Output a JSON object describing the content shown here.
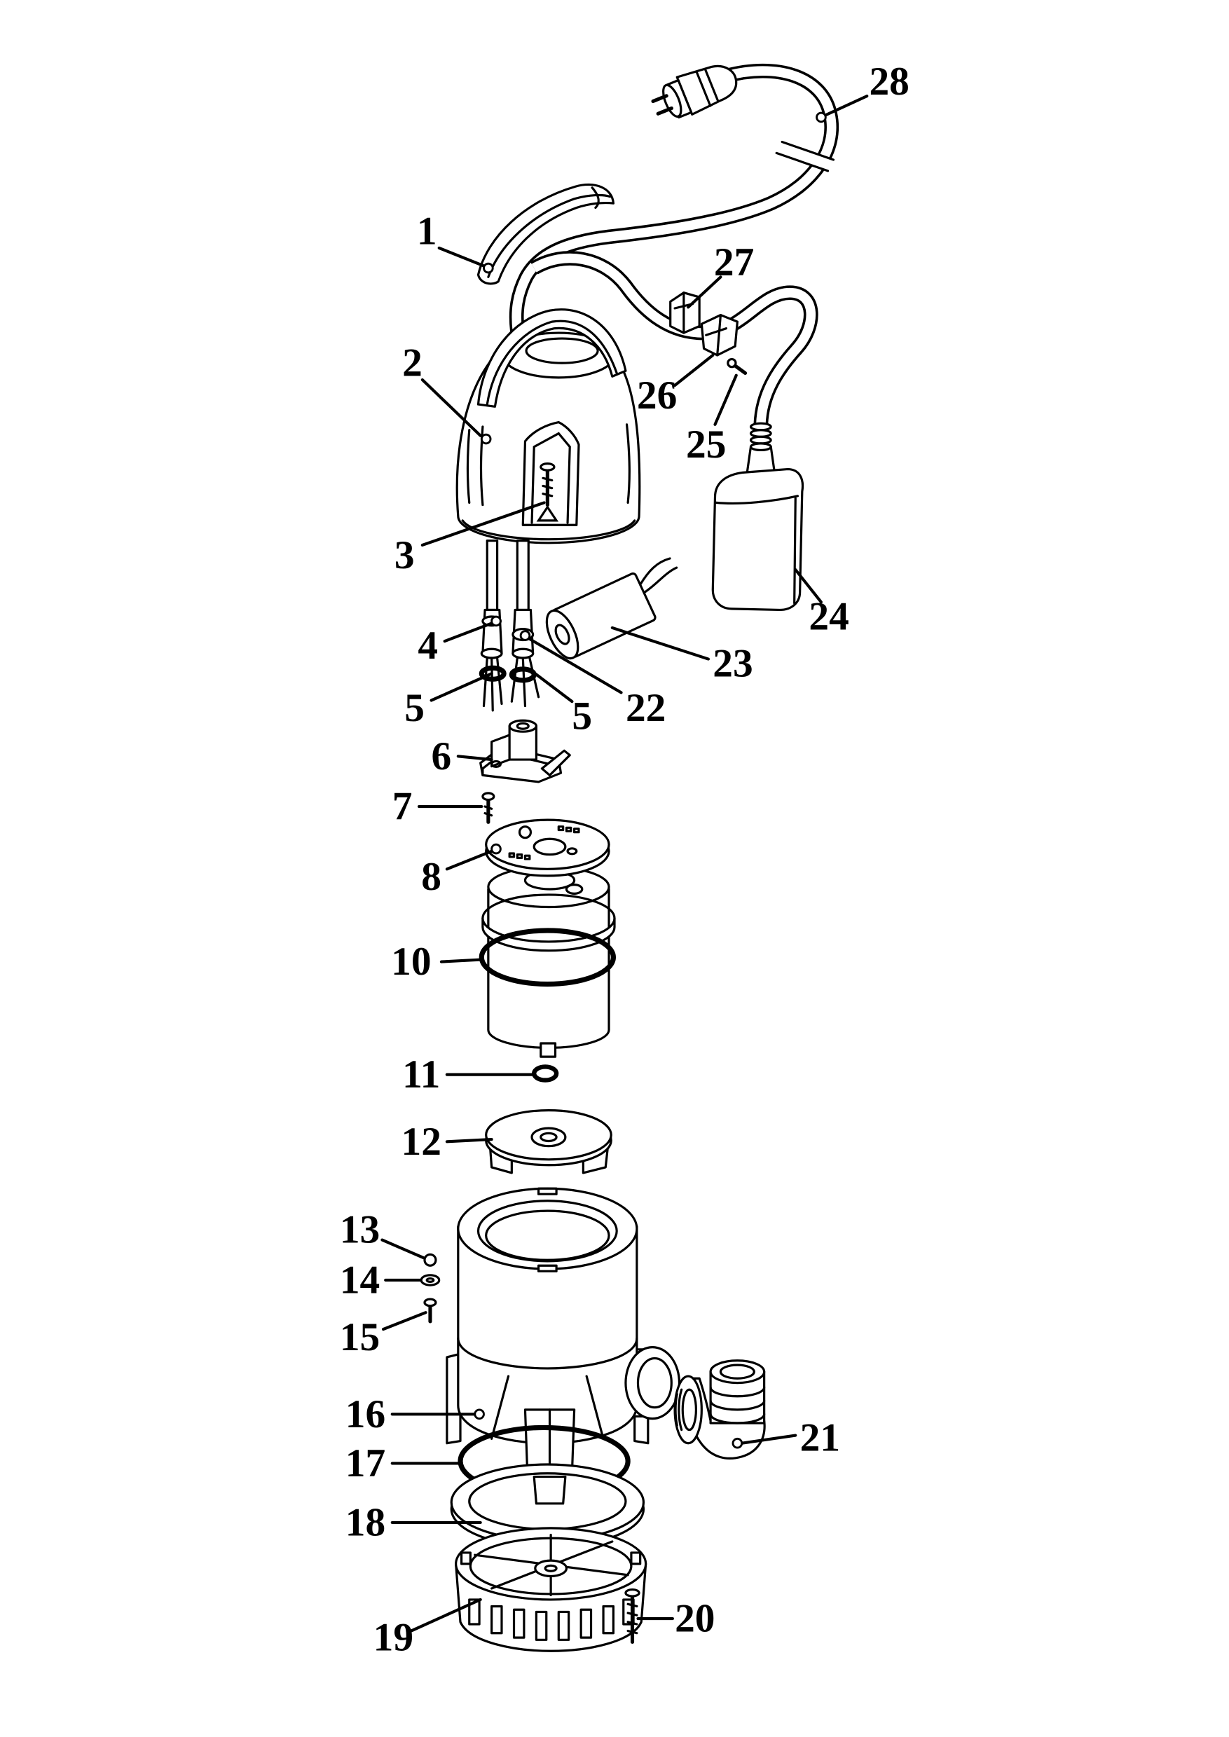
{
  "diagram": {
    "callouts": [
      "1",
      "2",
      "3",
      "4",
      "5",
      "5",
      "6",
      "7",
      "8",
      "10",
      "11",
      "12",
      "13",
      "14",
      "15",
      "16",
      "17",
      "18",
      "19",
      "20",
      "21",
      "22",
      "23",
      "24",
      "25",
      "26",
      "27",
      "28"
    ]
  },
  "colors": {
    "line": "#000000",
    "background": "#ffffff"
  }
}
